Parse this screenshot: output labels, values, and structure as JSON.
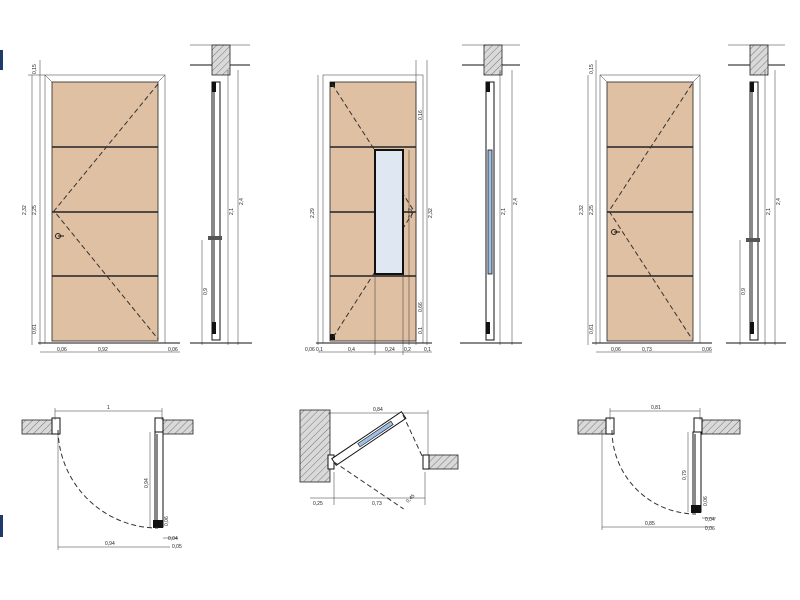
{
  "elevations": [
    {
      "id": "door-1",
      "width_labels": [
        "0,06",
        "0,92",
        "0,06"
      ],
      "height_labels": [
        "2,32",
        "2,25",
        "0,15",
        "0,61"
      ],
      "section_labels": [
        "2,1",
        "2,4",
        "0,9"
      ]
    },
    {
      "id": "door-2",
      "width_labels": [
        "0,06",
        "0,1",
        "0,4",
        "0,24",
        "0,2",
        "0,1"
      ],
      "height_labels": [
        "2,29",
        "0,16",
        "2,12",
        "2,32",
        "0,66",
        "0,1"
      ],
      "section_labels": [
        "2,1",
        "2,4"
      ]
    },
    {
      "id": "door-3",
      "width_labels": [
        "0,06",
        "0,73",
        "0,06"
      ],
      "height_labels": [
        "2,32",
        "2,25",
        "0,15",
        "0,61"
      ],
      "section_labels": [
        "2,1",
        "2,4",
        "0,9"
      ]
    }
  ],
  "plans": [
    {
      "id": "plan-1",
      "labels": [
        "1",
        "0,94",
        "0,94",
        "0,04",
        "0,05",
        "0,06"
      ]
    },
    {
      "id": "plan-2",
      "labels": [
        "0,84",
        "0,25",
        "0,73",
        "0,45"
      ]
    },
    {
      "id": "plan-3",
      "labels": [
        "0,81",
        "0,85",
        "0,79",
        "0,06",
        "0,04",
        "0,06"
      ]
    }
  ],
  "colors": {
    "panel": "#dfc0a2",
    "glass": "#dfe8f2",
    "line": "#111111",
    "wall_hatch": "#888888",
    "edge_accent": "#1f3a6b"
  }
}
